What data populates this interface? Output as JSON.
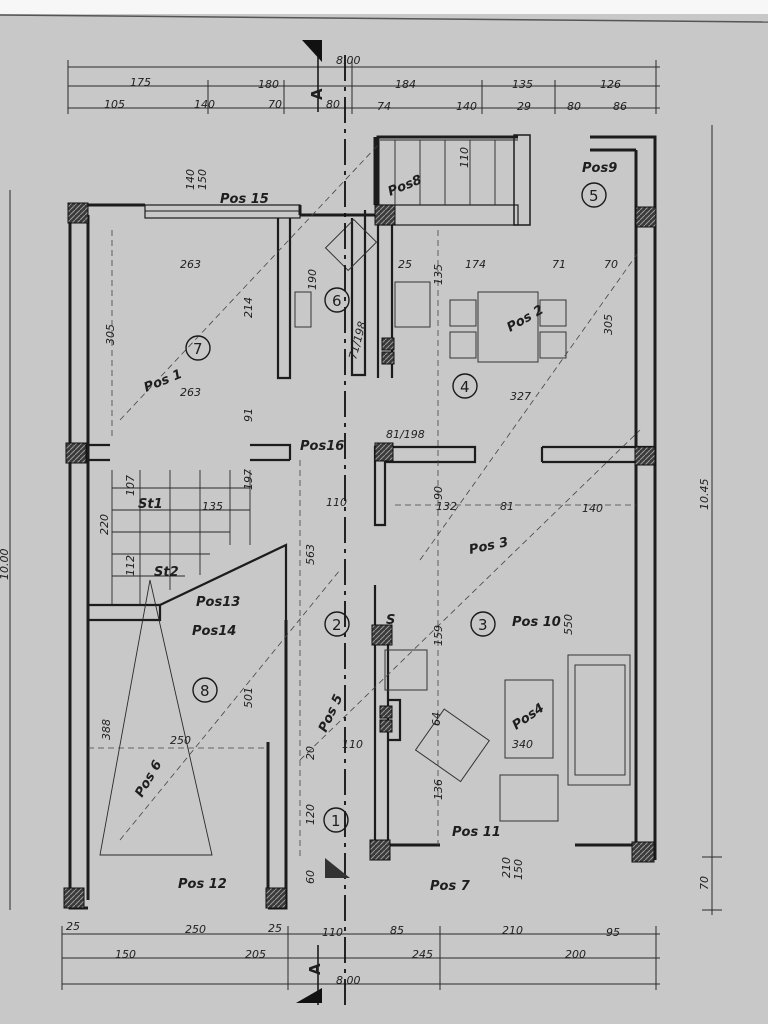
{
  "top_dims_row1": [
    "175",
    "180",
    "184",
    "135",
    "126"
  ],
  "top_dims_row2": [
    "105",
    "140",
    "70",
    "80",
    "74",
    "140",
    "29",
    "80",
    "86"
  ],
  "bottom_dims_row1": [
    "25",
    "250",
    "25",
    "110",
    "85",
    "210",
    "95"
  ],
  "bottom_dims_row2": [
    "150",
    "205",
    "245",
    "200"
  ],
  "overall_top": "8.00",
  "overall_bottom": "8.00",
  "overall_right": "10.45",
  "overall_left": "10.00",
  "right_small": "70",
  "section_mark": "A",
  "room_numbers": [
    "1",
    "2",
    "3",
    "4",
    "5",
    "6",
    "7",
    "8"
  ],
  "positions": [
    "Pos 15",
    "Pos8",
    "Pos9",
    "Pos 1",
    "Pos 2",
    "Pos16",
    "Pos 3",
    "Pos13",
    "Pos14",
    "Pos 10",
    "Pos 5",
    "Pos4",
    "Pos 6",
    "Pos 11",
    "Pos 12",
    "Pos 7"
  ],
  "stairs": [
    "St1",
    "St2"
  ],
  "chimney_label": "S",
  "inner_dims": [
    "263",
    "305",
    "214",
    "263",
    "91",
    "174",
    "305",
    "25",
    "71",
    "70",
    "327",
    "81/198",
    "110",
    "563",
    "90",
    "132",
    "81",
    "140",
    "159",
    "550",
    "388",
    "250",
    "501",
    "110",
    "64",
    "136",
    "340",
    "120",
    "20",
    "60",
    "210",
    "150",
    "140",
    "150",
    "110",
    "190",
    "135",
    "220",
    "107",
    "197",
    "135",
    "112",
    "71/198"
  ]
}
